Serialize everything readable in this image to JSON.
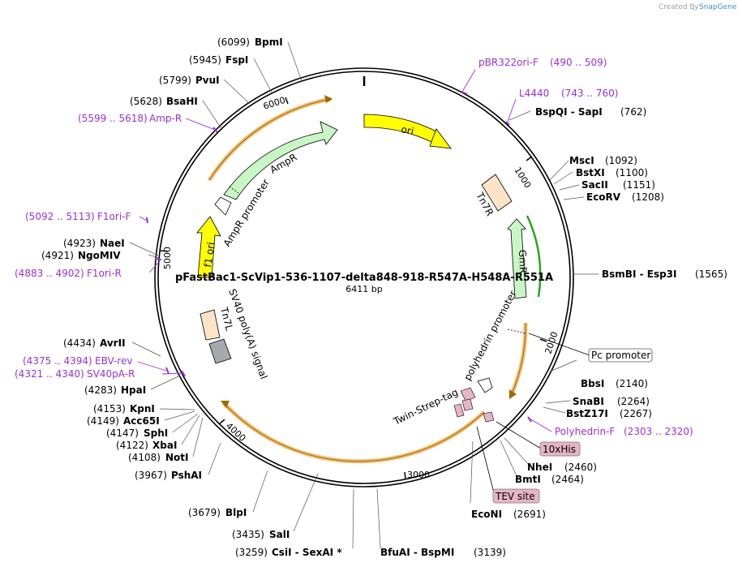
{
  "plasmid": {
    "name": "pFastBac1-ScVip1-536-1107-delta848-918-R547A-H548A-R551A",
    "length_label": "6411 bp",
    "length": 6411
  },
  "credit": {
    "prefix": "Created by",
    "brand": "SnapGene"
  },
  "colors": {
    "primer": "#9b30d6",
    "ori": "#ffff00",
    "marker": "#c8f7c5",
    "tn7": "#fde3c8",
    "polyA": "#a6a9ad",
    "highlight": "#f0b35c",
    "box_fill": "#e7b4c6"
  },
  "ticks": [
    {
      "pos": 1000,
      "label": "1000"
    },
    {
      "pos": 2000,
      "label": "2000"
    },
    {
      "pos": 3000,
      "label": "3000"
    },
    {
      "pos": 4000,
      "label": "4000"
    },
    {
      "pos": 5000,
      "label": "5000"
    },
    {
      "pos": 6000,
      "label": "6000"
    }
  ],
  "sites": [
    {
      "name": "BpmI",
      "pos": "(6099)",
      "side": "left"
    },
    {
      "name": "FspI",
      "pos": "(5945)",
      "side": "left"
    },
    {
      "name": "PvuI",
      "pos": "(5799)",
      "side": "left"
    },
    {
      "name": "BsaHI",
      "pos": "(5628)",
      "side": "left"
    },
    {
      "name": "NaeI",
      "pos": "(4923)",
      "side": "left"
    },
    {
      "name": "NgoMIV",
      "pos": "(4921)",
      "side": "left"
    },
    {
      "name": "AvrII",
      "pos": "(4434)",
      "side": "left"
    },
    {
      "name": "HpaI",
      "pos": "(4283)",
      "side": "left"
    },
    {
      "name": "KpnI",
      "pos": "(4153)",
      "side": "left"
    },
    {
      "name": "Acc65I",
      "pos": "(4149)",
      "side": "left"
    },
    {
      "name": "SphI",
      "pos": "(4147)",
      "side": "left"
    },
    {
      "name": "XbaI",
      "pos": "(4122)",
      "side": "left"
    },
    {
      "name": "NotI",
      "pos": "(4108)",
      "side": "left"
    },
    {
      "name": "PshAI",
      "pos": "(3967)",
      "side": "left"
    },
    {
      "name": "BlpI",
      "pos": "(3679)",
      "side": "left"
    },
    {
      "name": "SalI",
      "pos": "(3435)",
      "side": "left"
    },
    {
      "name": "BspQI  - SapI",
      "pos": "(762)",
      "side": "right"
    },
    {
      "name": "MscI",
      "pos": "(1092)",
      "side": "right"
    },
    {
      "name": "BstXI",
      "pos": "(1100)",
      "side": "right"
    },
    {
      "name": "SacII",
      "pos": "(1151)",
      "side": "right"
    },
    {
      "name": "EcoRV",
      "pos": "(1208)",
      "side": "right"
    },
    {
      "name": "BsmBI  - Esp3I",
      "pos": "(1565)",
      "side": "right"
    },
    {
      "name": "BbsI",
      "pos": "(2140)",
      "side": "right"
    },
    {
      "name": "SnaBI",
      "pos": "(2264)",
      "side": "right"
    },
    {
      "name": "BstZ17I",
      "pos": "(2267)",
      "side": "right"
    },
    {
      "name": "NheI",
      "pos": "(2460)",
      "side": "right"
    },
    {
      "name": "BmtI",
      "pos": "(2464)",
      "side": "right"
    },
    {
      "name": "EcoNI",
      "pos": "(2691)",
      "side": "right"
    },
    {
      "name": "CsiI  - SexAI *",
      "pos": "(3259)",
      "side": "bottom"
    },
    {
      "name": "BfuAI  - BspMI",
      "pos": "(3139)",
      "side": "bottom"
    }
  ],
  "primers": [
    {
      "name": "pBR322ori-F",
      "range": "(490 .. 509)"
    },
    {
      "name": "L4440",
      "range": "(743 .. 760)"
    },
    {
      "name": "Amp-R",
      "range": "(5599 .. 5618)"
    },
    {
      "name": "F1ori-F",
      "range": "(5092 .. 5113)"
    },
    {
      "name": "F1ori-R",
      "range": "(4883 .. 4902)"
    },
    {
      "name": "EBV-rev",
      "range": "(4375 .. 4394)"
    },
    {
      "name": "SV40pA-R",
      "range": "(4321 .. 4340)"
    },
    {
      "name": "Polyhedrin-F",
      "range": "(2303 .. 2320)"
    }
  ],
  "features": {
    "ori": "ori",
    "tn7r": "Tn7R",
    "gmr": "GmR",
    "ampr": "AmpR",
    "ampr_promoter": "AmpR promoter",
    "f1_ori": "f1 ori",
    "sv40": "SV40 poly(A) signal",
    "tn7l": "Tn7L",
    "polyhedrin": "polyhedrin promoter",
    "twin_strep": "Twin-Strep-tag"
  },
  "boxed_features": {
    "pc_promoter": "Pc promoter",
    "his": "10xHis",
    "tev": "TEV site"
  }
}
